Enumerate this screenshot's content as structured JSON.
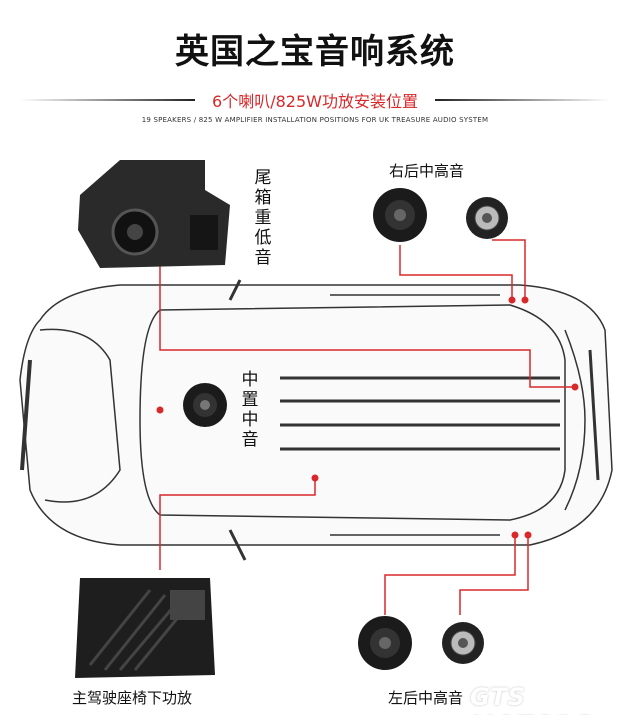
{
  "title": "英国之宝音响系统",
  "subtitle": "6个喇叭/825W功放安装位置",
  "subtitle_en": "19 SPEAKERS / 825 W AMPLIFIER INSTALLATION POSITIONS FOR UK TREASURE AUDIO SYSTEM",
  "labels": {
    "trunk_subwoofer": "尾箱重低音",
    "right_rear": "右后中高音",
    "center": "中置中音",
    "amplifier": "主驾驶座椅下功放",
    "left_rear": "左后中高音"
  },
  "watermark": "GTS MOTORS",
  "colors": {
    "accent": "#d8282a"
  }
}
